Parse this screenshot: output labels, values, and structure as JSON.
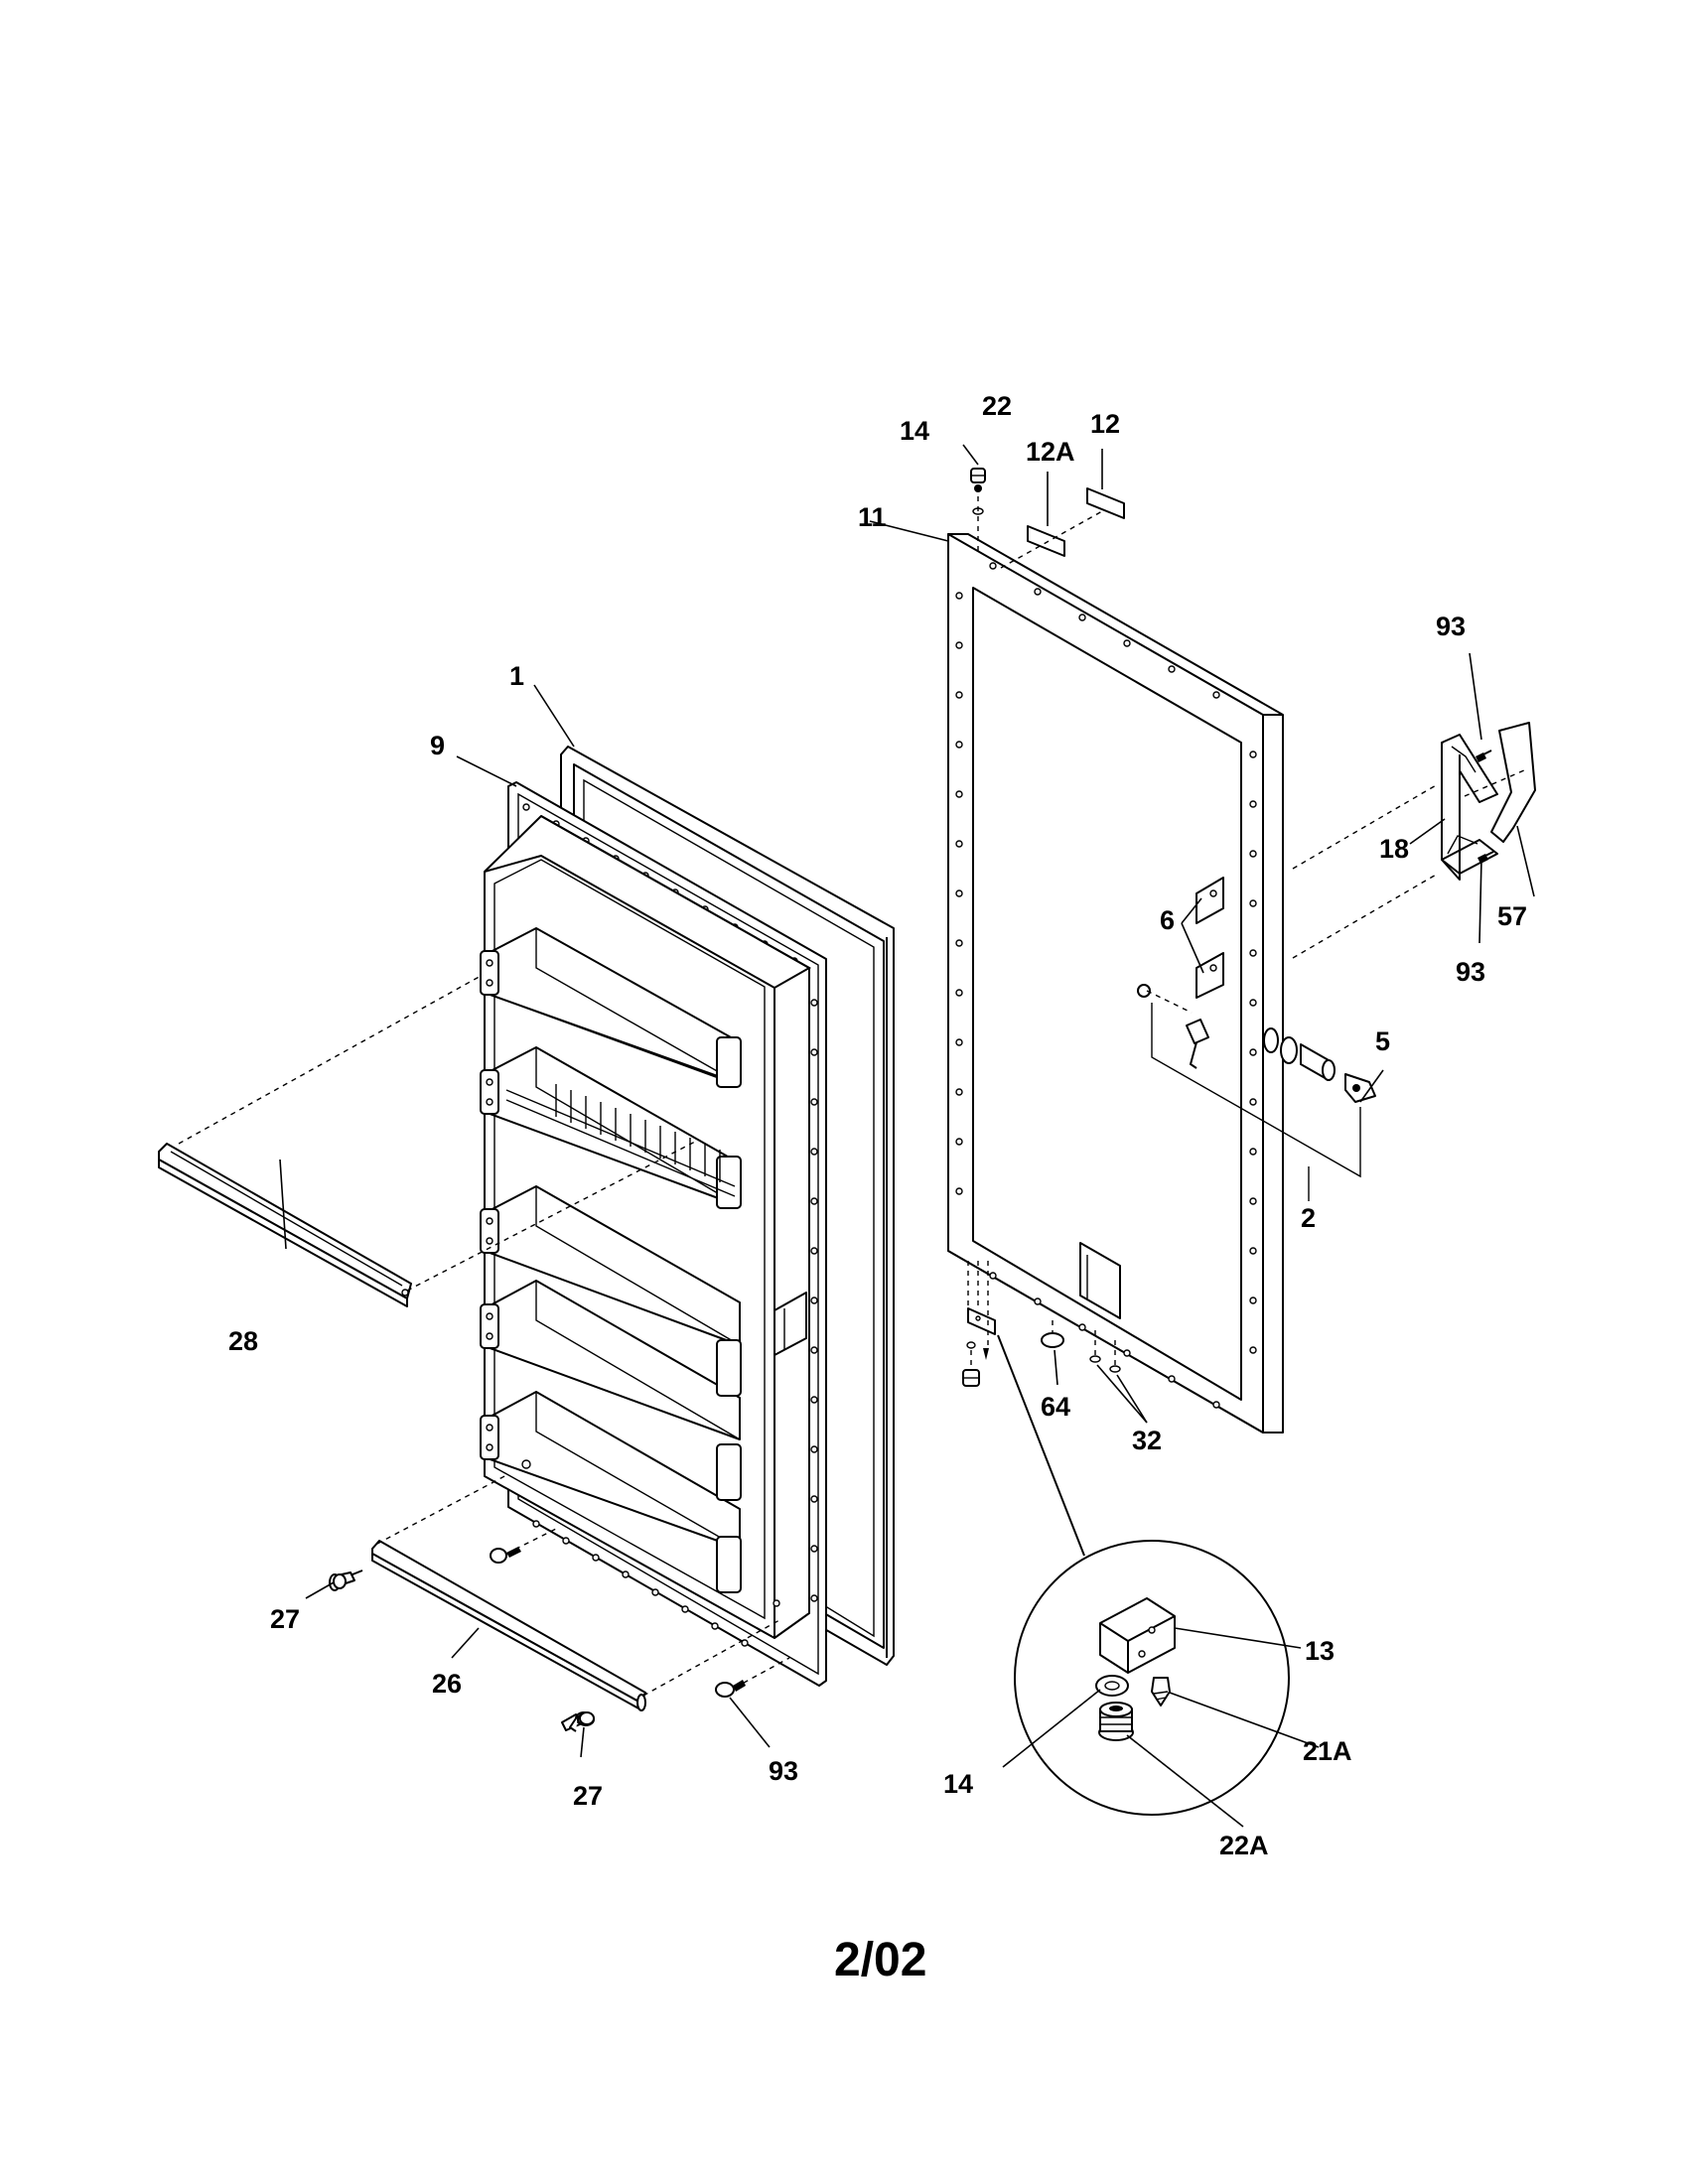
{
  "callouts": {
    "c1": "1",
    "c2": "2",
    "c5": "5",
    "c6": "6",
    "c9": "9",
    "c11": "11",
    "c12": "12",
    "c12a": "12A",
    "c13": "13",
    "c14_top": "14",
    "c14_detail": "14",
    "c18": "18",
    "c21a": "21A",
    "c22_top": "22",
    "c22a": "22A",
    "c26": "26",
    "c27_left": "27",
    "c27_bottom": "27",
    "c28": "28",
    "c32": "32",
    "c57": "57",
    "c64": "64",
    "c93_top": "93",
    "c93_mid": "93",
    "c93_bottom": "93"
  },
  "footer": {
    "code": "2/02"
  }
}
